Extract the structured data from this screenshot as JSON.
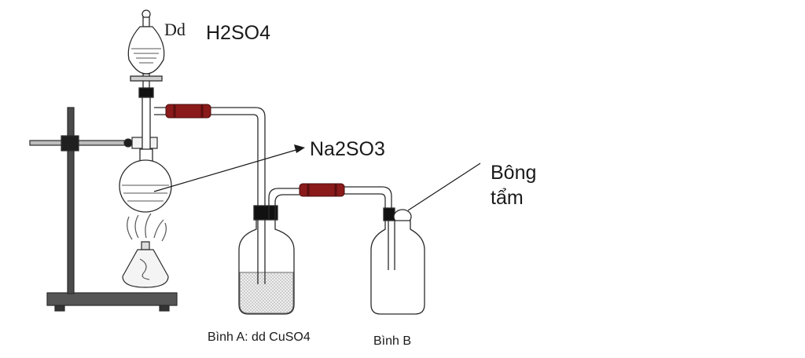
{
  "labels": {
    "funnel_prefix": "Dd",
    "funnel_reagent": "H2SO4",
    "flask_reagent": "Na2SO3",
    "cotton_line1": "Bông",
    "cotton_line2": "tẩm",
    "bottle_a": "Bình A: dd CuSO4",
    "bottle_b": "Bình B"
  },
  "colors": {
    "outline": "#2b2b2b",
    "rubber_tube": "#8b1a1a",
    "stand_metal": "#4a4a4a",
    "liquid_a": "#dcdcdc"
  }
}
